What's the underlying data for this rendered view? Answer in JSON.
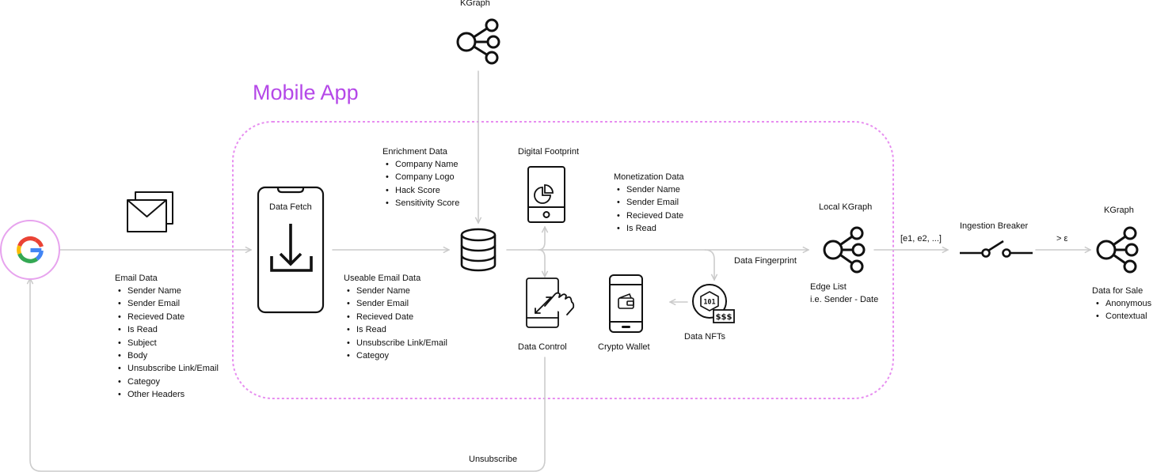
{
  "container": {
    "title": "Mobile App",
    "color": "#b548e8"
  },
  "nodes": {
    "kgraph_top": "KGraph",
    "data_fetch": "Data Fetch",
    "digital_footprint": "Digital Footprint",
    "data_control": "Data Control",
    "crypto_wallet": "Crypto Wallet",
    "data_nfts": "Data NFTs",
    "nft_currency": "$$$",
    "local_kgraph": "Local KGraph",
    "ingestion_breaker": "Ingestion Breaker",
    "kgraph_right": "KGraph"
  },
  "edge_labels": {
    "data_fingerprint": "Data Fingerprint",
    "edge_vector": "[e1, e2, ...]",
    "threshold": "> ε",
    "unsubscribe": "Unsubscribe"
  },
  "email_data": {
    "title": "Email Data",
    "items": [
      "Sender Name",
      "Sender Email",
      "Recieved Date",
      "Is Read",
      "Subject",
      "Body",
      "Unsubscribe Link/Email",
      "Categoy",
      "Other Headers"
    ]
  },
  "useable_email_data": {
    "title": "Useable Email Data",
    "items": [
      "Sender Name",
      "Sender Email",
      "Recieved Date",
      "Is Read",
      "Unsubscribe Link/Email",
      "Categoy"
    ]
  },
  "enrichment_data": {
    "title": "Enrichment Data",
    "items": [
      "Company Name",
      "Company Logo",
      "Hack Score",
      "Sensitivity Score"
    ]
  },
  "monetization_data": {
    "title": "Monetization Data",
    "items": [
      "Sender Name",
      "Sender Email",
      "Recieved Date",
      "Is Read"
    ]
  },
  "edge_list": {
    "line1": "Edge List",
    "line2": "i.e. Sender - Date"
  },
  "data_for_sale": {
    "title": "Data for Sale",
    "items": [
      "Anonymous",
      "Contextual"
    ]
  }
}
